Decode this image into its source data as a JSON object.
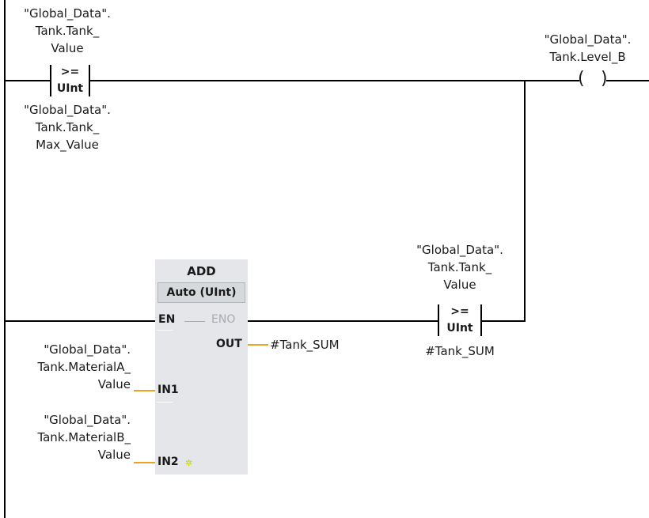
{
  "network": {
    "rung1_contact": {
      "operand_top": [
        "\"Global_Data\".",
        "Tank.Tank_",
        "Value"
      ],
      "operator": ">=",
      "data_type": "UInt",
      "operand_bottom": [
        "\"Global_Data\".",
        "Tank.Tank_",
        "Max_Value"
      ]
    },
    "coil": {
      "operand": [
        "\"Global_Data\".",
        "Tank.Level_B"
      ],
      "symbol_left": "(",
      "symbol_right": ")"
    },
    "add_block": {
      "title": "ADD",
      "type": "Auto (UInt)",
      "en": "EN",
      "eno": "ENO",
      "out": "OUT",
      "in1": "IN1",
      "in2": "IN2",
      "add_input_glyph": "✲",
      "out_operand": "#Tank_SUM",
      "in1_operand": [
        "\"Global_Data\".",
        "Tank.MaterialA_",
        "Value"
      ],
      "in2_operand": [
        "\"Global_Data\".",
        "Tank.MaterialB_",
        "Value"
      ]
    },
    "rung2_contact": {
      "operand_top": [
        "\"Global_Data\".",
        "Tank.Tank_",
        "Value"
      ],
      "operator": ">=",
      "data_type": "UInt",
      "operand_bottom": "#Tank_SUM"
    }
  },
  "colors": {
    "wire": "#000000",
    "pin_wire": "#f0a020",
    "box_fill": "#e4e6e9",
    "disabled_text": "#a8aab0"
  }
}
